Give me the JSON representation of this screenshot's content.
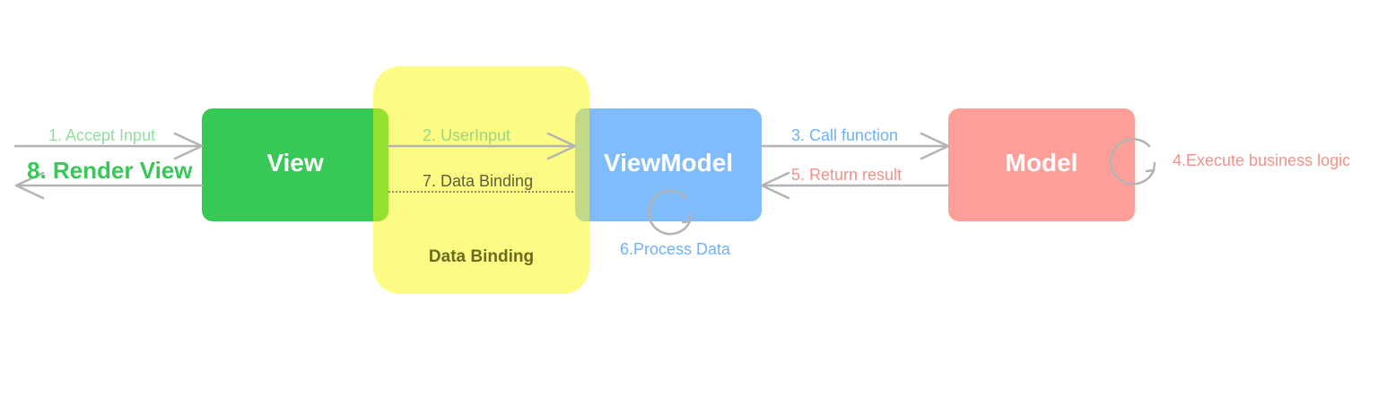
{
  "boxes": {
    "view": "View",
    "viewmodel": "ViewModel",
    "model": "Model",
    "databinding": "Data Binding"
  },
  "steps": {
    "s1": "1. Accept Input",
    "s2": "2. UserInput",
    "s3": "3. Call function",
    "s4": "4.Execute business logic",
    "s5": "5. Return result",
    "s6": "6.Process Data",
    "s7": "7. Data Binding",
    "s8": "8. Render View"
  },
  "colors": {
    "view": "#37c957",
    "viewmodel": "#80bcfc",
    "model": "#fd9f98",
    "databinding": "#fcfc84",
    "arrow": "#b3b3b3"
  }
}
